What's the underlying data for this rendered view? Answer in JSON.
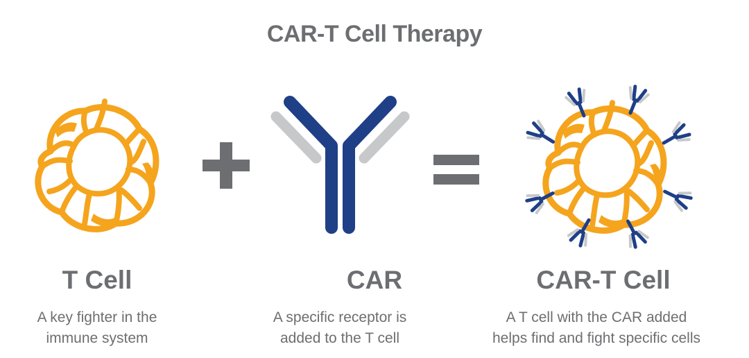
{
  "title": "CAR-T Cell Therapy",
  "operators": {
    "plus": "+",
    "equals": "="
  },
  "colors": {
    "cell_orange": "#f5a41d",
    "receptor_blue": "#1f3f87",
    "receptor_gray": "#c7c8ca",
    "text_gray": "#6d6e71"
  },
  "panels": [
    {
      "icon": "t-cell-icon",
      "label": "T Cell",
      "description": [
        "A key fighter in the",
        "immune system"
      ]
    },
    {
      "icon": "car-receptor-icon",
      "label": "CAR",
      "description": [
        "A specific receptor is",
        "added to the T cell"
      ]
    },
    {
      "icon": "car-t-cell-icon",
      "label": "CAR-T Cell",
      "description": [
        "A T cell with the CAR added",
        "helps find and fight specific cells"
      ]
    }
  ]
}
